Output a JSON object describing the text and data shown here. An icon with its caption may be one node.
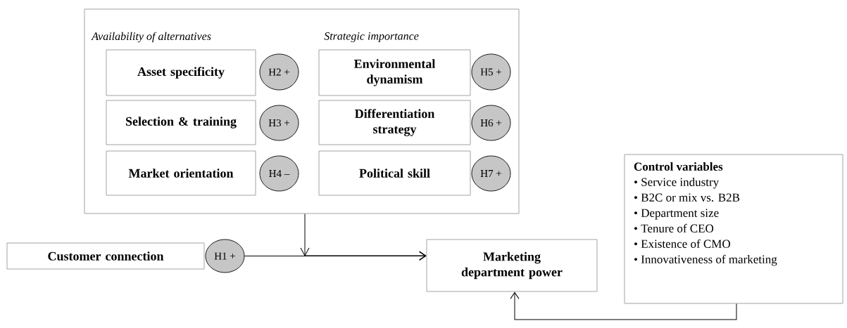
{
  "diagram": {
    "nodes": [
      {
        "text": [
          "Availability of alternatives",
          "Strategic importance"
        ]
      },
      {
        "text": [
          "Asset specificity"
        ],
        "in": 0
      },
      {
        "text": [
          "H2 +"
        ],
        "in": 0
      },
      {
        "text": [
          "Selection & training"
        ],
        "in": 0
      },
      {
        "text": [
          "H3 +"
        ],
        "in": 0
      },
      {
        "text": [
          "Market orientation"
        ],
        "in": 0
      },
      {
        "text": [
          "H4 –"
        ],
        "in": 0
      },
      {
        "text": [
          "Environmental dynamism"
        ],
        "in": 0
      },
      {
        "text": [
          "H5 +"
        ],
        "in": 0
      },
      {
        "text": [
          "Differentiation strategy"
        ],
        "in": 0
      },
      {
        "text": [
          "H6 +"
        ],
        "in": 0
      },
      {
        "text": [
          "Political skill"
        ],
        "in": 0
      },
      {
        "text": [
          "H7 +"
        ],
        "in": 0
      },
      {
        "text": [
          "Customer connection"
        ]
      },
      {
        "text": [
          "H1 +"
        ]
      },
      {
        "text": [
          "Marketing department power"
        ]
      },
      {
        "text": [
          "Control variables",
          "• Service industry",
          "• B2C or mix vs. B2B",
          "• Department size",
          "• Tenure of CEO",
          "• Existence of CMO",
          "• Innovativeness of marketing"
        ]
      }
    ],
    "edges": [
      {
        "from": 0,
        "to": 15,
        "arrow": "to"
      },
      {
        "from": 14,
        "to": 15,
        "arrow": "to"
      },
      {
        "from": 16,
        "to": 15,
        "arrow": "to"
      }
    ]
  }
}
